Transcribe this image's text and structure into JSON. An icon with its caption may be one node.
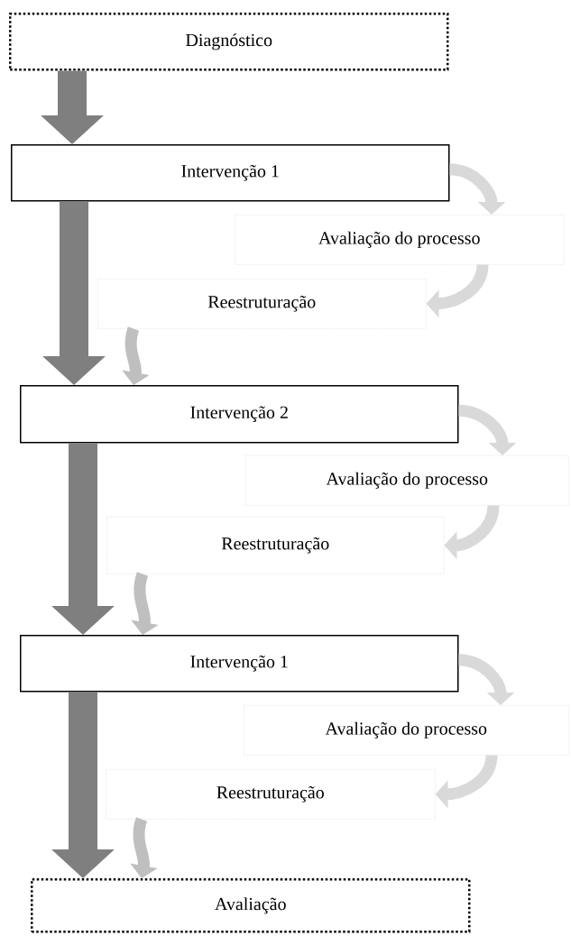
{
  "diagram": {
    "nodes": [
      {
        "text": [
          "Diagnóstico"
        ]
      },
      {
        "text": [
          "Intervenção 1"
        ]
      },
      {
        "text": [
          "Avaliação do processo"
        ]
      },
      {
        "text": [
          "Reestruturação"
        ]
      },
      {
        "text": [
          "Intervenção 2"
        ]
      },
      {
        "text": [
          "Avaliação do processo"
        ]
      },
      {
        "text": [
          "Reestruturação"
        ]
      },
      {
        "text": [
          "Intervenção 1"
        ]
      },
      {
        "text": [
          "Avaliação do processo"
        ]
      },
      {
        "text": [
          "Reestruturação"
        ]
      },
      {
        "text": [
          "Avaliação"
        ]
      }
    ],
    "edges": [
      {
        "from": 0,
        "to": 1,
        "arrow": "to",
        "style": "thick",
        "color": "#7f7f7f"
      },
      {
        "from": 1,
        "to": 2,
        "arrow": "to"
      },
      {
        "from": 2,
        "to": 3,
        "arrow": "to"
      },
      {
        "from": 3,
        "to": 4,
        "arrow": "to",
        "color": "#bfbfbf"
      },
      {
        "from": 1,
        "to": 4,
        "arrow": "to",
        "style": "thick",
        "color": "#7f7f7f"
      },
      {
        "from": 4,
        "to": 5,
        "arrow": "to"
      },
      {
        "from": 5,
        "to": 6,
        "arrow": "to"
      },
      {
        "from": 6,
        "to": 7,
        "arrow": "to",
        "color": "#bfbfbf"
      },
      {
        "from": 4,
        "to": 7,
        "arrow": "to",
        "style": "thick",
        "color": "#7f7f7f"
      },
      {
        "from": 7,
        "to": 8,
        "arrow": "to"
      },
      {
        "from": 8,
        "to": 9,
        "arrow": "to"
      },
      {
        "from": 9,
        "to": 10,
        "arrow": "to",
        "color": "#bfbfbf"
      },
      {
        "from": 7,
        "to": 10,
        "arrow": "to",
        "style": "thick",
        "color": "#7f7f7f"
      }
    ]
  }
}
